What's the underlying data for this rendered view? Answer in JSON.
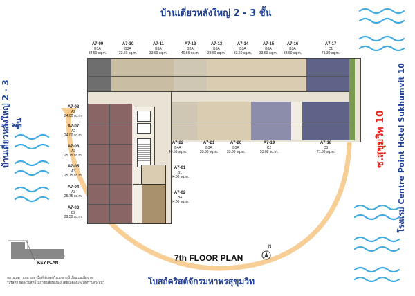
{
  "header": {
    "top_caption": "บ้านเดี่ยวหลังใหญ่ 2 - 3 ชั้น",
    "left_caption": "บ้านเดี่ยวหลังใหญ่ 2 - 3 ชั้น",
    "bottom_caption": "โบสถ์คริสต์จักรมหาพรสุขุมวิท",
    "right_road": "ซ.สุขุมวิท 10",
    "right_hotel": "โรงแรม Centre Point Hotel Sukhumvit 10"
  },
  "plan": {
    "title": "7th FLOOR PLAN",
    "north": "N",
    "key_plan_label": "KEY PLAN",
    "note_line1": "หมายเหตุ : แบบ และ เนื้อที่ ที่แสดงในเอกสารนี้ เป็นแบบเพื่อขาย",
    "note_line2": "*บริษัทฯ ขอสงวนสิทธิ์ในการเปลี่ยนแปลง โดยไม่ต้องแจ้งให้ทราบล่วงหน้า"
  },
  "units_top": [
    {
      "code": "A7-09",
      "type": "B1A",
      "area": "34.50 sq.m."
    },
    {
      "code": "A7-10",
      "type": "B3A",
      "area": "33.60 sq.m."
    },
    {
      "code": "A7-11",
      "type": "B3A",
      "area": "33.60 sq.m."
    },
    {
      "code": "A7-12",
      "type": "B2A",
      "area": "40.56 sq.m."
    },
    {
      "code": "A7-13",
      "type": "B3A",
      "area": "33.60 sq.m."
    },
    {
      "code": "A7-14",
      "type": "B3A",
      "area": "33.60 sq.m."
    },
    {
      "code": "A7-15",
      "type": "B3A",
      "area": "33.60 sq.m."
    },
    {
      "code": "A7-16",
      "type": "B3A",
      "area": "33.60 sq.m."
    },
    {
      "code": "A7-17",
      "type": "C1",
      "area": "71.30 sq.m."
    }
  ],
  "units_bottom": [
    {
      "code": "A7-22",
      "type": "B4A",
      "area": "48.56 sq.m."
    },
    {
      "code": "A7-21",
      "type": "B3A",
      "area": "33.60 sq.m."
    },
    {
      "code": "A7-20",
      "type": "B3A",
      "area": "33.60 sq.m."
    },
    {
      "code": "A7-19",
      "type": "C2",
      "area": "53.08 sq.m."
    },
    {
      "code": "A7-18",
      "type": "C3",
      "area": "71.30 sq.m."
    }
  ],
  "units_left": [
    {
      "code": "A7-08",
      "type": "A2",
      "area": "24.00 sq.m."
    },
    {
      "code": "A7-07",
      "type": "A2",
      "area": "24.00 sq.m."
    },
    {
      "code": "A7-06",
      "type": "A3",
      "area": "25.75 sq.m."
    },
    {
      "code": "A7-05",
      "type": "A3",
      "area": "25.75 sq.m."
    },
    {
      "code": "A7-04",
      "type": "A3",
      "area": "25.75 sq.m."
    },
    {
      "code": "A7-03",
      "type": "B2",
      "area": "29.50 sq.m."
    }
  ],
  "units_center": [
    {
      "code": "A7-01",
      "type": "B1",
      "area": "34.00 sq.m."
    },
    {
      "code": "A7-02",
      "type": "B4",
      "area": "34.00 sq.m."
    }
  ],
  "colors": {
    "type_a": "#8a6565",
    "type_b": "#c9bda4",
    "type_b_light": "#d9ccb0",
    "type_c": "#5f6387",
    "type_c_light": "#8b8dab",
    "corridor": "#e6e1d3",
    "road_text": "#e2231a",
    "caption_blue": "#1f3f95",
    "arc": "#f6c784",
    "wave": "#3fa9e0"
  }
}
